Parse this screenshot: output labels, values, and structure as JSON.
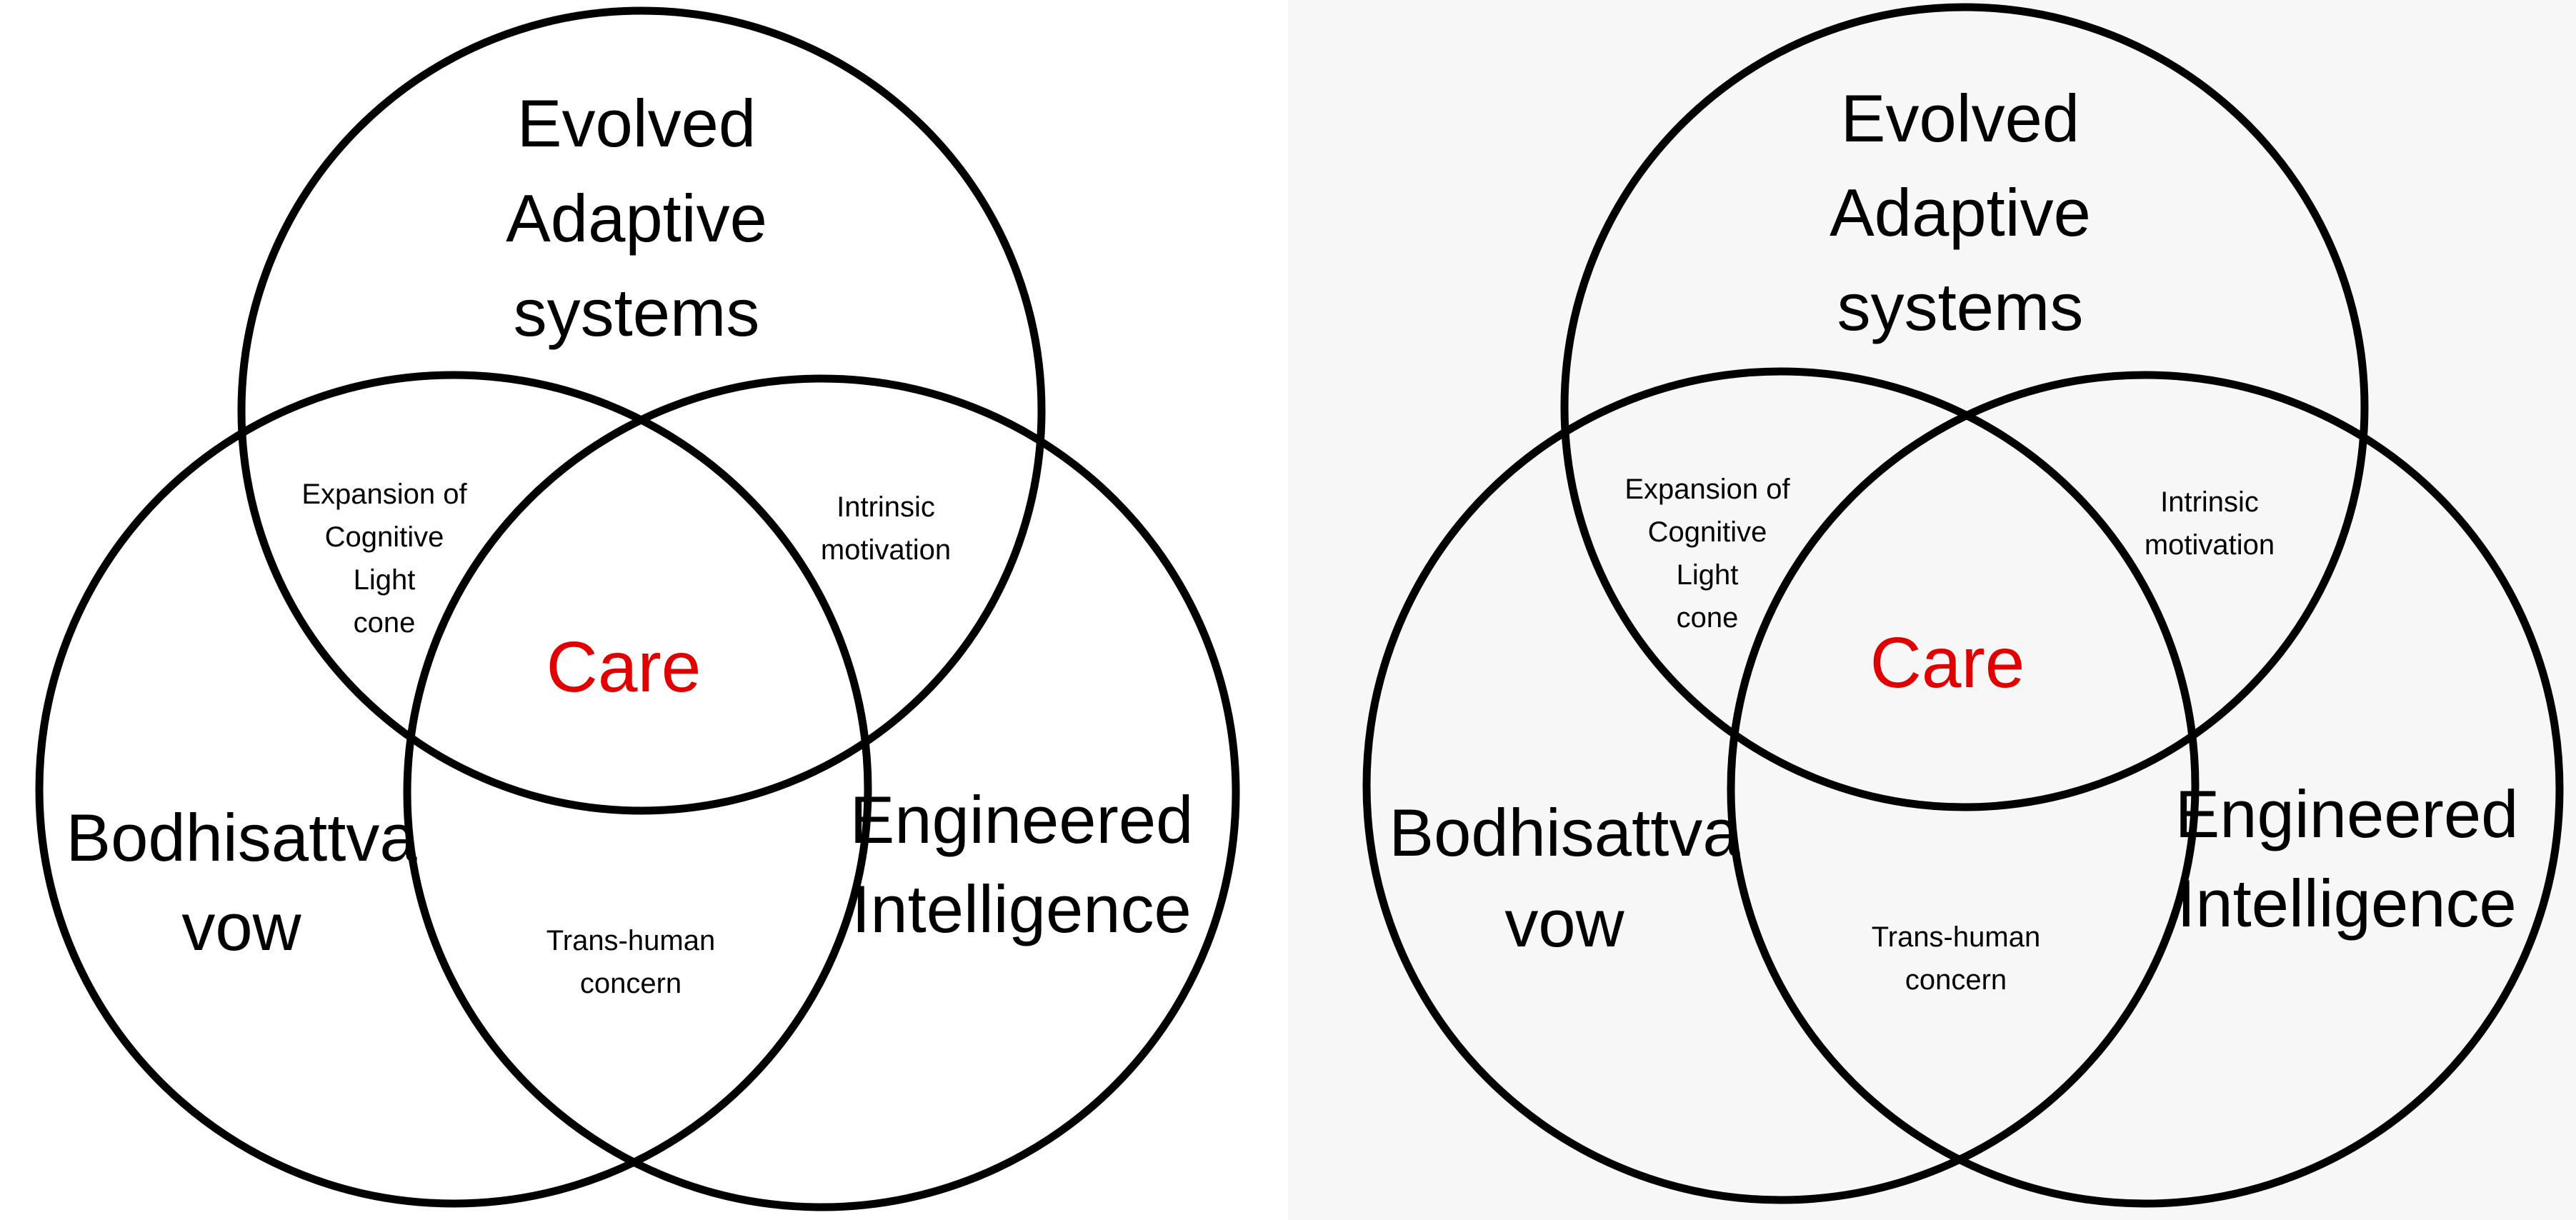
{
  "colors": {
    "outline": "#000000",
    "text": "#000000",
    "center_text": "#e00000",
    "panel_left_bg": "#ffffff",
    "panel_right_bg": "#f7f7f7"
  },
  "diagrams": [
    {
      "sets": {
        "top": [
          "Evolved",
          "Adaptive",
          "systems"
        ],
        "left": [
          "Bodhisattva",
          "vow"
        ],
        "right": [
          "Engineered",
          "Intelligence"
        ]
      },
      "overlaps": {
        "top_left": [
          "Expansion of",
          "Cognitive",
          "Light",
          "cone"
        ],
        "top_right": [
          "Intrinsic",
          "motivation"
        ],
        "bottom": [
          "Trans-human",
          "concern"
        ]
      },
      "center": "Care"
    },
    {
      "sets": {
        "top": [
          "Evolved",
          "Adaptive",
          "systems"
        ],
        "left": [
          "Bodhisattva",
          "vow"
        ],
        "right": [
          "Engineered",
          "Intelligence"
        ]
      },
      "overlaps": {
        "top_left": [
          "Expansion of",
          "Cognitive",
          "Light",
          "cone"
        ],
        "top_right": [
          "Intrinsic",
          "motivation"
        ],
        "bottom": [
          "Trans-human",
          "concern"
        ]
      },
      "center": "Care"
    }
  ]
}
